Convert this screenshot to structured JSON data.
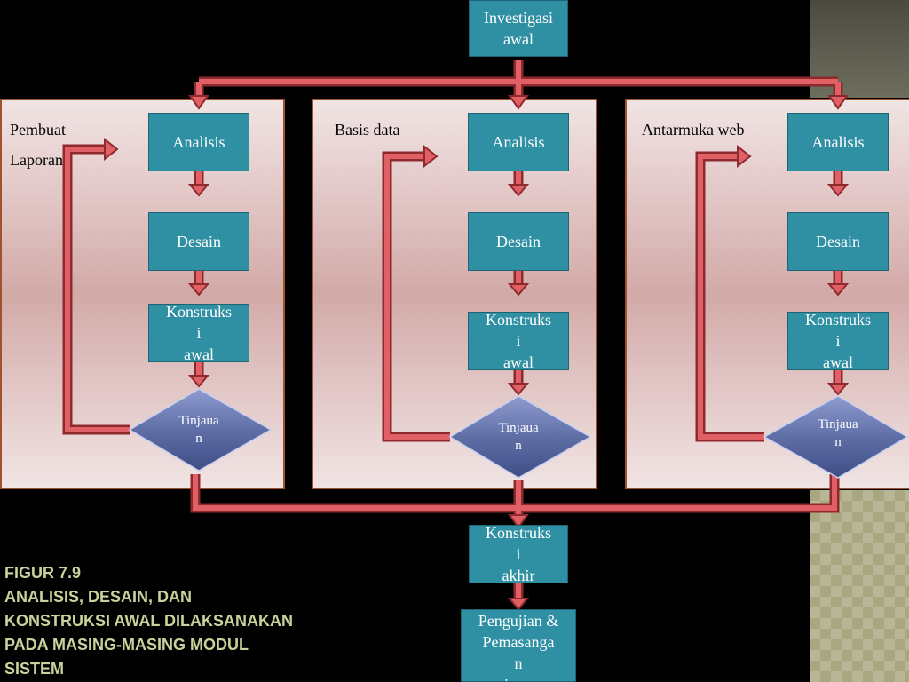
{
  "nodes": {
    "start": {
      "line1": "Investigasi",
      "line2": "awal"
    },
    "final_construction": {
      "line1": "Konstruks",
      "line2": "i",
      "line3": "akhir"
    },
    "testing": {
      "line1": "Pengujian &",
      "line2": "Pemasanga",
      "line3": "n",
      "line4": "sistem"
    }
  },
  "modules": [
    {
      "label_line1": "Pembuat",
      "label_line2": "Laporan",
      "analysis": "Analisis",
      "design": "Desain",
      "construction": {
        "line1": "Konstruks",
        "line2": "i",
        "line3": "awal"
      },
      "review": {
        "line1": "Tinjaua",
        "line2": "n"
      }
    },
    {
      "label_line1": "Basis data",
      "analysis": "Analisis",
      "design": "Desain",
      "construction": {
        "line1": "Konstruks",
        "line2": "i",
        "line3": "awal"
      },
      "review": {
        "line1": "Tinjaua",
        "line2": "n"
      }
    },
    {
      "label_line1": "Antarmuka web",
      "analysis": "Analisis",
      "design": "Desain",
      "construction": {
        "line1": "Konstruks",
        "line2": "i",
        "line3": "awal"
      },
      "review": {
        "line1": "Tinjaua",
        "line2": "n"
      }
    }
  ],
  "caption": {
    "line1": "FIGUR 7.9",
    "line2": "ANALISIS, DESAIN, DAN",
    "line3": "KONSTRUKSI AWAL DILAKSANAKAN",
    "line4": "PADA MASING-MASING MODUL",
    "line5": "SISTEM"
  },
  "colors": {
    "box": "#2f8fa3",
    "arrow": "#d9575c",
    "panel_border": "#a0522d",
    "caption": "#c7d39a",
    "diamond": "#5f6fa6"
  }
}
